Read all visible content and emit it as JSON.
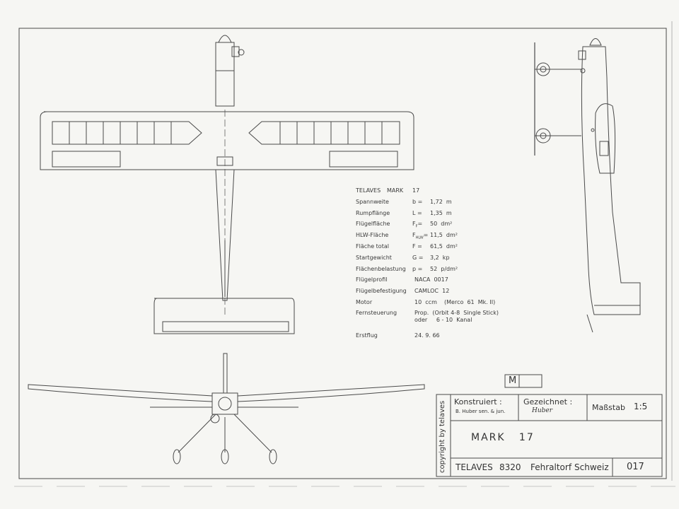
{
  "specs": {
    "heading": [
      "TELAVES",
      "MARK",
      "17"
    ],
    "rows": [
      {
        "label": "Spannweite",
        "symbol": "b =",
        "value": "1,72  m"
      },
      {
        "label": "Rumpflänge",
        "symbol": "L =",
        "value": "1,35  m"
      },
      {
        "label": "Flügelfläche",
        "symbol": "F",
        "sub": "F",
        "eq": "=",
        "value": "50  dm²"
      },
      {
        "label": "HLW-Fläche",
        "symbol": "F",
        "sub": "HLW",
        "eq": "=",
        "value": "11,5  dm²"
      },
      {
        "label": "Fläche  total",
        "symbol": "F =",
        "value": "61,5  dm²"
      },
      {
        "label": "Startgewicht",
        "symbol": "G =",
        "value": "3,2  kp"
      },
      {
        "label": "Flächenbelastung",
        "symbol": "p =",
        "value": "52  p/dm²"
      },
      {
        "label": "Flügelprofil",
        "symbol": "",
        "value": "NACA  0017"
      },
      {
        "label": "Flügelbefestigung",
        "symbol": "",
        "value": "CAMLOC  12"
      },
      {
        "label": "Motor",
        "symbol": "",
        "value": "10  ccm    (Merco  61  Mk. II)"
      },
      {
        "label": "Fernsteuerung",
        "symbol": "",
        "value": "Prop.  (Orbit 4-8  Single Stick)",
        "value2": "oder     6 - 10  Kanal"
      },
      {
        "label": "Erstflug",
        "symbol": "",
        "value": "24. 9. 66"
      }
    ]
  },
  "title_block": {
    "copyright": "copyright by telaves",
    "konstruiert_label": "Konstruiert :",
    "konstruiert_value": "B. Huber sen. & jun.",
    "gezeichnet_label": "Gezeichnet :",
    "gezeichnet_value": "Huber",
    "massstab_label": "Maßstab",
    "massstab_value": "1:5",
    "title": "MARK   17",
    "company": "TELAVES",
    "postcode": "8320",
    "city": "Fehraltorf",
    "country": "Schweiz",
    "number": "017"
  },
  "marker_box": "M",
  "colors": {
    "ink": "#3a3a3a",
    "paper": "#f6f6f3"
  }
}
